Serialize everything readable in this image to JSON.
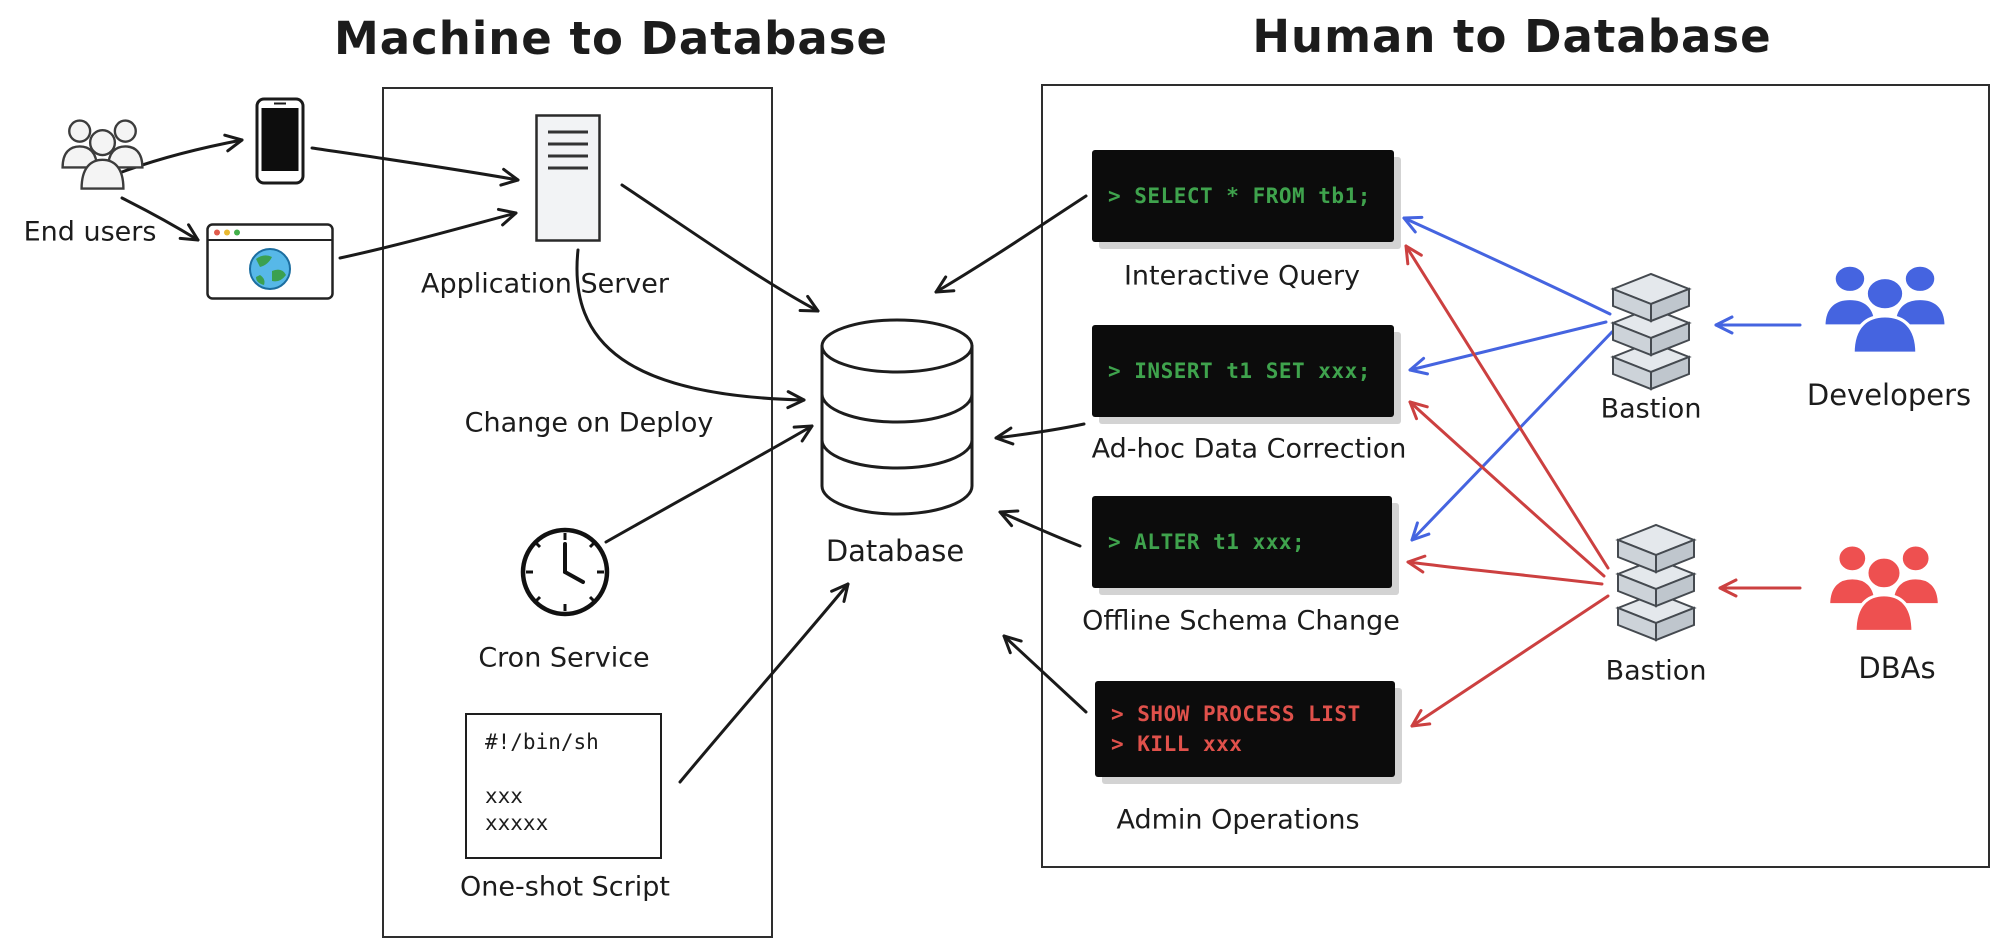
{
  "titles": {
    "machine": "Machine to Database",
    "human": "Human to Database"
  },
  "machine": {
    "end_users_label": "End users",
    "app_server_label": "Application Server",
    "change_on_deploy_label": "Change on Deploy",
    "cron_label": "Cron Service",
    "script": {
      "lines": [
        "#!/bin/sh",
        "",
        "xxx",
        "xxxxx"
      ],
      "label": "One-shot Script"
    }
  },
  "database_label": "Database",
  "human": {
    "terminals": [
      {
        "lines": [
          "> SELECT * FROM tb1;"
        ],
        "label": "Interactive Query"
      },
      {
        "lines": [
          "> INSERT t1 SET xxx;"
        ],
        "label": "Ad-hoc Data Correction"
      },
      {
        "lines": [
          "> ALTER t1 xxx;"
        ],
        "label": "Offline Schema Change"
      },
      {
        "lines": [
          "> SHOW PROCESS LIST",
          "> KILL xxx"
        ],
        "label": "Admin Operations"
      }
    ],
    "bastion_top_label": "Bastion",
    "developers_label": "Developers",
    "bastion_bottom_label": "Bastion",
    "dbas_label": "DBAs"
  },
  "colors": {
    "ink": "#1a1a1a",
    "terminal_green": "#3fa34d",
    "terminal_red": "#e0514b",
    "arrow_blue": "#4564e0",
    "arrow_red": "#cc4040",
    "developers_blue": "#4564e0",
    "dbas_red": "#ee5050"
  }
}
